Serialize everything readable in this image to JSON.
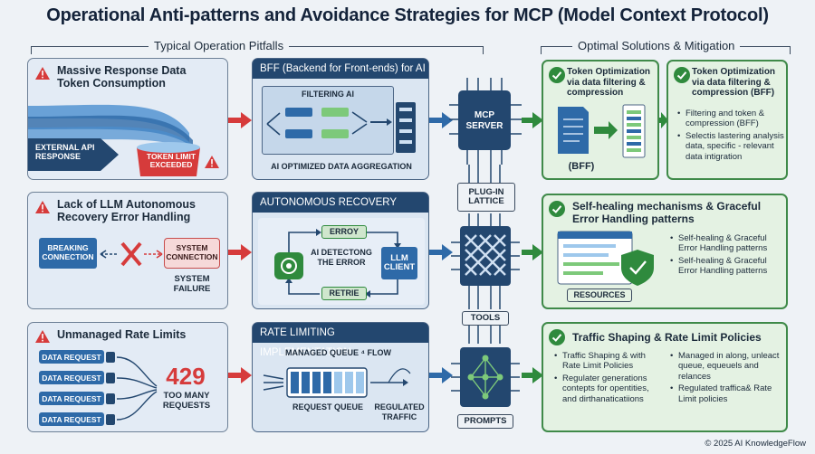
{
  "title": "Operational Anti-patterns and Avoidance Strategies for MCP (Model Context Protocol)",
  "sections": {
    "left": "Typical Operation Pitfalls",
    "right": "Optimal Solutions & Mitigation"
  },
  "row1": {
    "pitfall": {
      "title": "Massive Response Data Token Consumption",
      "source": "EXTERNAL API RESPONSE",
      "sink": "TOKEN LIMIT EXCEEDED"
    },
    "middle": {
      "header": "BFF (Backend for Front-ends) for AI",
      "inner": "FILTERING AI",
      "caption": "AI OPTIMIZED DATA AGGREGATION"
    },
    "server": "MCP SERVER",
    "sol1": {
      "title": "Token Optimization via data filtering & compression",
      "caption": "(BFF)"
    },
    "sol2": {
      "title": "Token Optimization via data filtering & compression (BFF)",
      "bullets": [
        "Filtering and token & compression (BFF)",
        "Selectis lastering analysis data, specific - relevant data intigration"
      ]
    }
  },
  "row2": {
    "pitfall": {
      "title": "Lack of LLM Autonomous Recovery Error Handling",
      "left": "BREAKING CONNECTION",
      "right": "SYSTEM CONNECTION",
      "caption": "SYSTEM FAILURE"
    },
    "middle": {
      "header": "AUTONOMOUS RECOVERY",
      "top": "ERROY",
      "center": "AI DETECTONG THE ERROR",
      "client": "LLM CLIENT",
      "bottom": "RETRIE"
    },
    "lattice": "PLUG-IN LATTICE",
    "sol": {
      "title": "Self-healing mechanisms & Graceful Error Handling patterns",
      "resources": "RESOURCES",
      "bullets": [
        "Self-healing & Graceful Error Handling patterns",
        "Self-healing & Graceful Error Handling patterns"
      ]
    }
  },
  "row3": {
    "pitfall": {
      "title": "Unmanaged Rate Limits",
      "requests": [
        "DATA REQUEST",
        "DATA REQUEST",
        "DATA REQUEST",
        "DATA REQUEST"
      ],
      "code": "429",
      "code_text": "TOO MANY REQUESTS"
    },
    "middle": {
      "header": "RATE LIMITING IMPLEMENTATION",
      "top": "MANAGED QUEUE ⁴ FLOW",
      "queue": "REQUEST QUEUE",
      "out": "REGULATED TRAFFIC"
    },
    "tools": "TOOLS",
    "prompts": "PROMPTS",
    "sol": {
      "title": "Traffic Shaping & Rate Limit Policies",
      "left_bullets": [
        "Traffic Shaping & with Rate Limit Policies",
        "Regulater generations contepts for opentities, and dirthanaticatiions"
      ],
      "right_bullets": [
        "Managed in along, unleact queue, equeuels and relances",
        "Regulated traffica& Rate Limit policies"
      ]
    }
  },
  "footer": "© 2025 AI KnowledgeFlow",
  "colors": {
    "navy": "#23476f",
    "red": "#d63b3b",
    "green": "#2f8a3d",
    "blue": "#2e6aa8"
  }
}
